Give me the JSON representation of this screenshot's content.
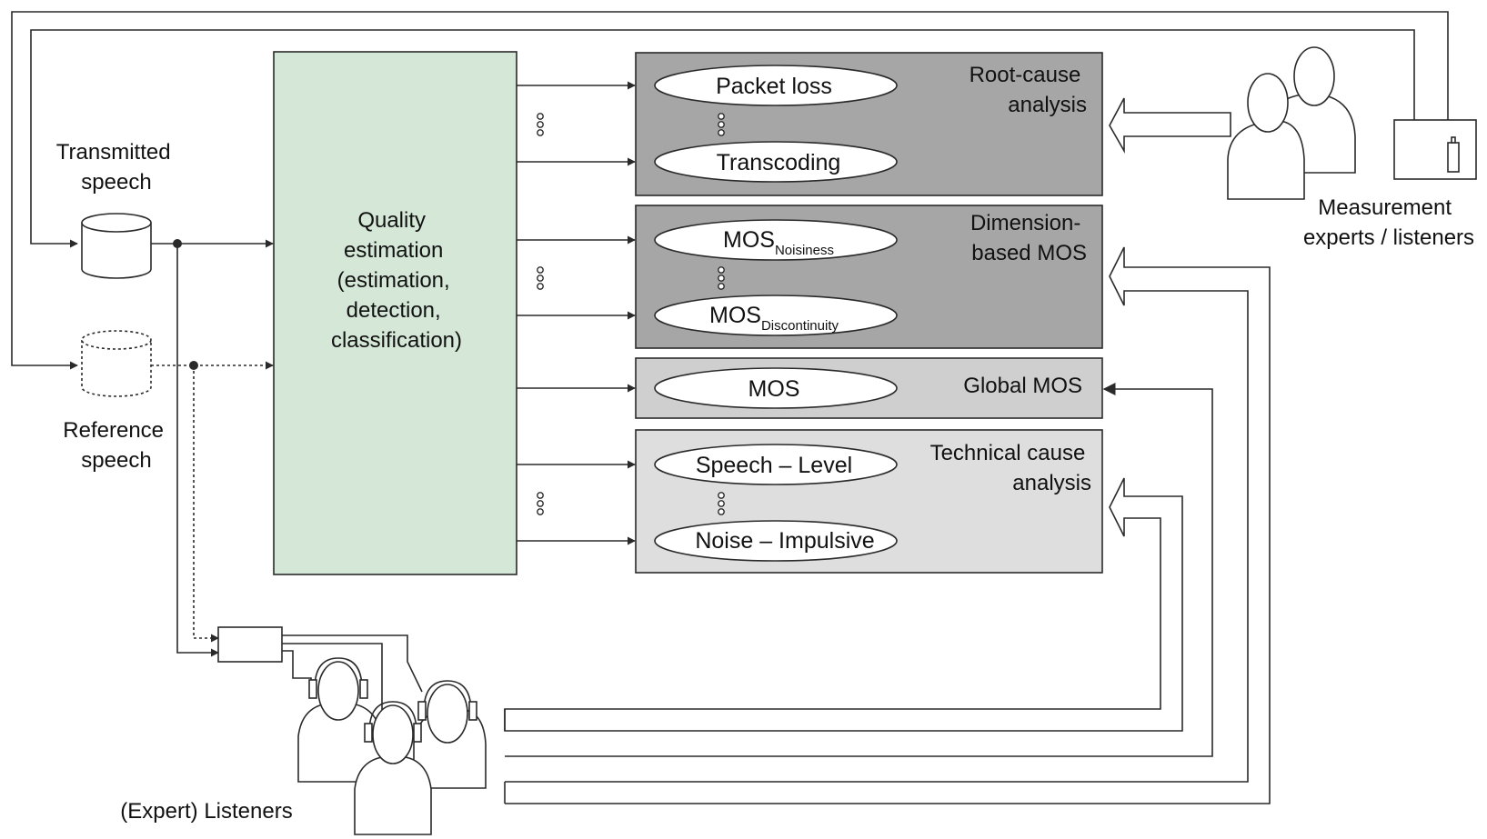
{
  "colors": {
    "quality_box": "#d5e8d8",
    "root_cause_box": "#a6a6a6",
    "dimension_box": "#a6a6a6",
    "global_box": "#cfcfcf",
    "technical_box": "#dedede",
    "stroke": "#2a2a2a"
  },
  "left": {
    "transmitted": [
      "Transmitted",
      "speech"
    ],
    "reference": [
      "Reference",
      "speech"
    ],
    "listeners": "(Expert) Listeners"
  },
  "quality": {
    "lines": [
      "Quality",
      "estimation",
      "(estimation,",
      "detection,",
      "classification)"
    ]
  },
  "root_cause": {
    "title": [
      "Root-cause",
      "analysis"
    ],
    "item_top": "Packet loss",
    "item_bottom": "Transcoding"
  },
  "dimension": {
    "title": [
      "Dimension-",
      "based MOS"
    ],
    "item_top": {
      "main": "MOS",
      "sub": "Noisiness"
    },
    "item_bottom": {
      "main": "MOS",
      "sub": "Discontinuity"
    }
  },
  "global": {
    "title": "Global MOS",
    "item": "MOS"
  },
  "technical": {
    "title": [
      "Technical cause",
      "analysis"
    ],
    "item_top": "Speech – Level",
    "item_bottom": "Noise – Impulsive"
  },
  "experts": {
    "label": [
      "Measurement",
      "experts / listeners"
    ]
  }
}
